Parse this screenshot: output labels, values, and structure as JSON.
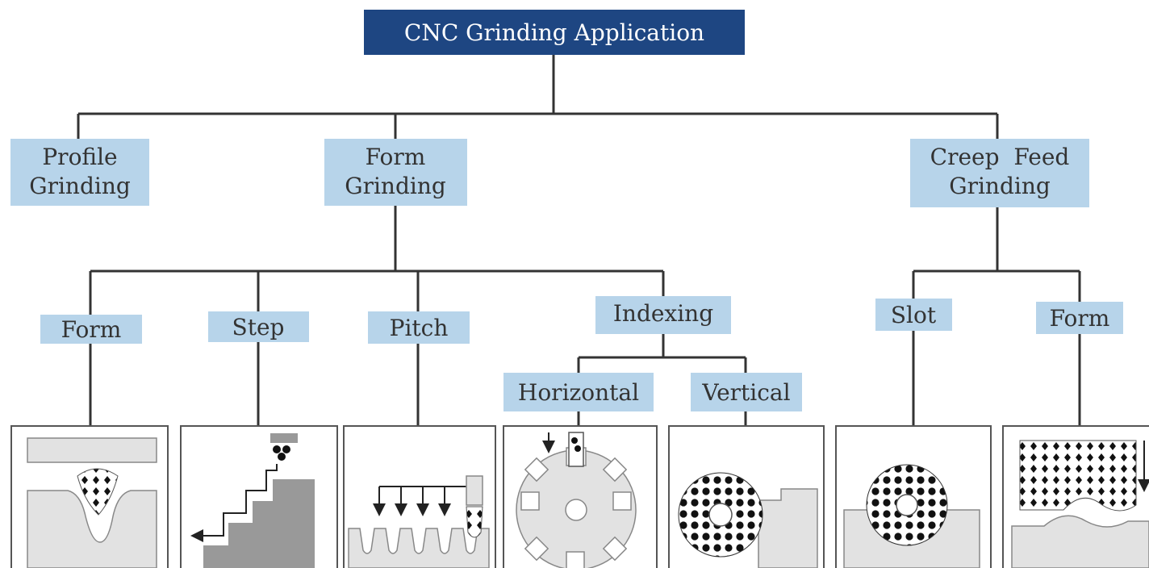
{
  "root": {
    "label": "CNC Grinding Application"
  },
  "level1": {
    "profile": {
      "line1": "Profile",
      "line2": "Grinding"
    },
    "form": {
      "line1": "Form",
      "line2": "Grinding"
    },
    "creep": {
      "line1": "Creep  Feed",
      "line2": "Grinding"
    }
  },
  "level2": {
    "form": "Form",
    "step": "Step",
    "pitch": "Pitch",
    "indexing": "Indexing",
    "slot": "Slot",
    "creep_form": "Form"
  },
  "level3": {
    "horizontal": "Horizontal",
    "vertical": "Vertical"
  },
  "colors": {
    "root_fill": "#1e4682",
    "node_fill": "#b7d4ea",
    "line": "#333333"
  }
}
